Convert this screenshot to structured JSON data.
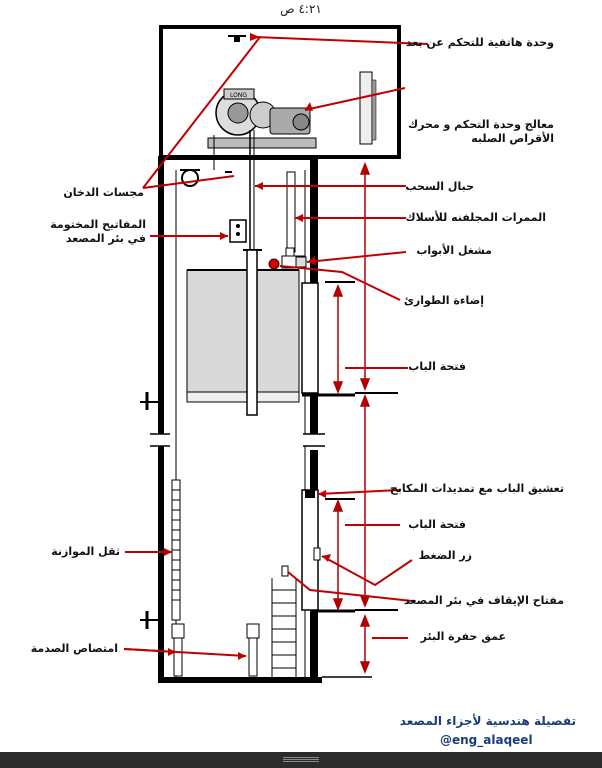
{
  "status": {
    "time": "٤:٢١ ص"
  },
  "labels": {
    "phone_unit": "وحدة هاتفية للتحكم عن بعد",
    "controller_line1": "معالج وحدة التحكم و محرك",
    "controller_line2": "الأقراص الصلبه",
    "smoke_detectors": "مجسات الدخان",
    "hoist_ropes": "حبال السحب",
    "insulated_cables": "الممرات المجلفنه للأسلاك",
    "key_switch_line1": "المفاتيح المختومة",
    "key_switch_line2": "في بئر المصعد",
    "door_operator": "مشغل الأبواب",
    "emergency_light": "إضاءة الطوارئ",
    "door_opening_top": "فتحة الباب",
    "door_interlock": "تعشيق الباب مع تمديدات المكابح",
    "door_opening_bottom": "فتحة الباب",
    "push_button": "زر الضغط",
    "counterweight": "ثقل الموازنة",
    "pit_stop_switch": "مفتاح الإيقاف في بئر المصعد",
    "pit_depth": "عمق حفرة البئر",
    "buffers": "امتصاص الصدمة"
  },
  "motor_brand": "LONG",
  "caption": {
    "title": "تفصيلة هندسية لأجزاء المصعد",
    "handle": "@eng_alaqeel"
  }
}
